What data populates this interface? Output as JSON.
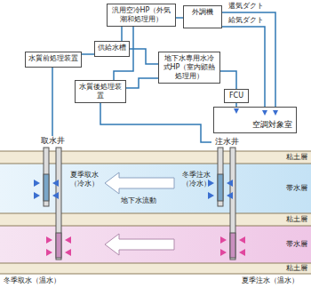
{
  "diagram": {
    "nodes": [
      {
        "text": [
          "汎用空冷HP（外気潮和処理用）"
        ]
      },
      {
        "text": [
          "外調機"
        ]
      },
      {
        "text": [
          "水質前処理装置"
        ]
      },
      {
        "text": [
          "供給水槽"
        ]
      },
      {
        "text": [
          "水質後処理装置"
        ]
      },
      {
        "text": [
          "地下水専用水冷式HP（室内顕熱処理用）"
        ]
      },
      {
        "text": [
          "FCU"
        ]
      },
      {
        "text": [
          "空調対象室"
        ]
      },
      {
        "text": [
          "取水井"
        ]
      },
      {
        "text": [
          "注水井"
        ]
      }
    ],
    "edges": [
      {
        "from": 8,
        "to": 2,
        "arrow": "none"
      },
      {
        "from": 2,
        "to": 3,
        "arrow": "none"
      },
      {
        "from": 3,
        "to": 0,
        "arrow": "none"
      },
      {
        "from": 3,
        "to": 5,
        "arrow": "none"
      },
      {
        "from": 0,
        "to": 1,
        "arrow": "none"
      },
      {
        "from": 1,
        "to": 7,
        "label": "還気ダクト",
        "arrow": "none"
      },
      {
        "from": 1,
        "to": 7,
        "label": "給気ダクト",
        "arrow": "none"
      },
      {
        "from": 5,
        "to": 6,
        "arrow": "none"
      },
      {
        "from": 6,
        "to": 7,
        "arrow": "none"
      },
      {
        "from": 0,
        "to": 4,
        "arrow": "none"
      },
      {
        "from": 5,
        "to": 4,
        "arrow": "none"
      },
      {
        "from": 4,
        "to": 9,
        "arrow": "none"
      }
    ],
    "labels": [
      "粘土層",
      "帯水層",
      "粘土層",
      "帯水層",
      "粘土層",
      "夏季取水（冷水）",
      "地下水流動",
      "冬季注水（冷水）",
      "冬季取水（温水）",
      "夏季注水（温水）"
    ]
  }
}
